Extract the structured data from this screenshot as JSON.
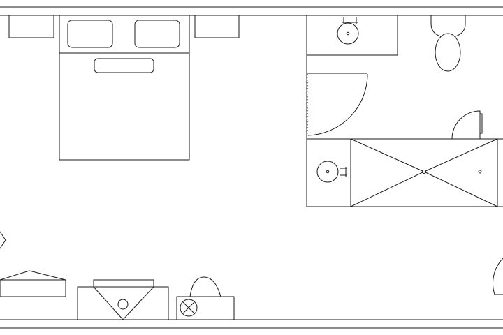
{
  "plan": {
    "background": "#ffffff",
    "line_color": "#1a1a1a",
    "fixtures": [
      "wall-outline",
      "bed",
      "nightstand-left",
      "nightstand-right",
      "bathroom",
      "sink-upper",
      "toilet",
      "bathroom-door-swing",
      "sink-lower",
      "shower",
      "desk-unit",
      "corner-table",
      "waste-basket",
      "entry-door-swing"
    ]
  }
}
